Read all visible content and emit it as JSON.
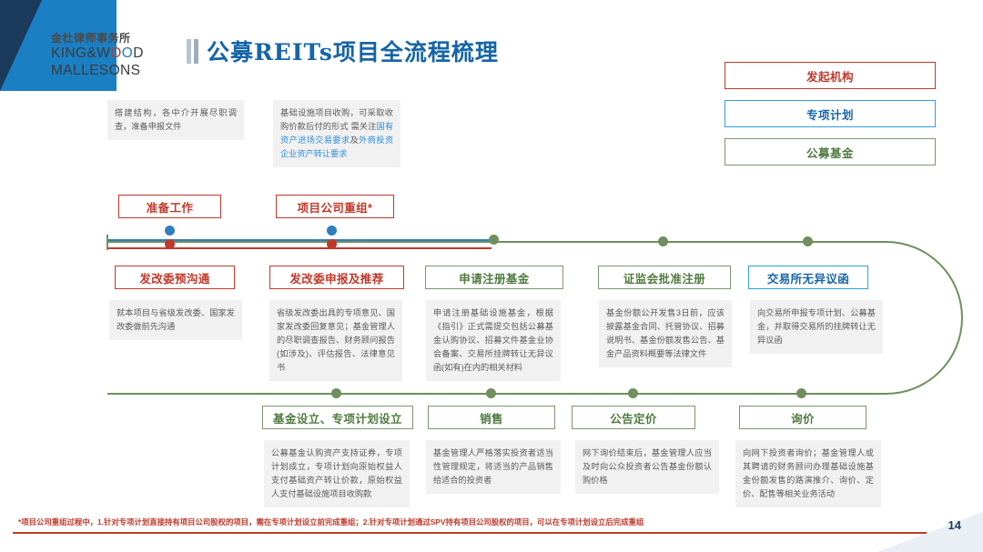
{
  "brand": {
    "cn_name": "金杜律师事务所",
    "en_line1_a": "KING&W",
    "en_line1_o1": "O",
    "en_line1_o2": "O",
    "en_line1_b": "D",
    "en_line2": "MALLESONS"
  },
  "header": {
    "title": "公募REITs项目全流程梳理"
  },
  "legend": {
    "items": [
      {
        "label": "发起机构",
        "color": "#c0392b"
      },
      {
        "label": "专项计划",
        "color": "#2f9fe0"
      },
      {
        "label": "公募基金",
        "color": "#7d9471"
      }
    ]
  },
  "top_notes": [
    {
      "text": "搭建结构，各中介开展尽职调查，准备申报文件"
    }
  ],
  "top_note_2": {
    "plain1": "基础设施项目收购，可采取收购价款后付的形式",
    "plain2": "需关注",
    "hl1": "国有资产进场交易要求",
    "plain3": "及",
    "hl2": "外商投资企业资产转让要求"
  },
  "milestones_above": [
    {
      "label": "准备工作",
      "style": "red"
    },
    {
      "label": "项目公司重组*",
      "style": "red"
    }
  ],
  "milestones_middle": [
    {
      "label": "发改委预沟通",
      "style": "red",
      "note": "就本项目与省级发改委、国家发改委做前先沟通"
    },
    {
      "label": "发改委申报及推荐",
      "style": "red",
      "note": "省级发改委出具的专项意见、国家发改委回复意见；基金管理人的尽职调查报告、财务顾问报告(如涉及)、评估报告、法律意见书"
    },
    {
      "label": "申请注册基金",
      "style": "green",
      "note": "申请注册基础设施基金，根据《指引》正式需提交包括公募基金认购协议、招募文件基金业协会备案、交易所挂牌转让无异议函(如有)在内的相关材料"
    },
    {
      "label": "证监会批准注册",
      "style": "green",
      "note": "基金份额公开发售3日前，应该披露基金合同、托管协议、招募说明书、基金份额发售公告、基金产品资料概要等法律文件"
    },
    {
      "label": "交易所无异议函",
      "style": "blue",
      "note": "向交易所申报专项计划、公募基金，并取得交易所的挂牌转让无异议函"
    }
  ],
  "milestones_bottom": [
    {
      "label": "基金设立、专项计划设立",
      "style": "green",
      "note": "公募基金认购资产支持证券，专项计划成立，专项计划向原始权益人支付基础资产转让价款，原始权益人支付基础设施项目收购款"
    },
    {
      "label": "销售",
      "style": "green",
      "note": "基金管理人严格落实投资者适当性管理规定，将适当的产品销售给适合的投资者"
    },
    {
      "label": "公告定价",
      "style": "green",
      "note": "网下询价结束后，基金管理人应当及时向公众投资者公告基金份额认购价格"
    },
    {
      "label": "询价",
      "style": "green",
      "note": "向网下投资者询价；基金管理人或其聘请的财务顾问办理基础设施基金份额发售的路演推介、询价、定价、配售等相关业务活动"
    }
  ],
  "footer": {
    "footnote": "*项目公司重组过程中，1.针对专项计划直接持有项目公司股权的项目，需在专项计划设立前完成重组；2.针对专项计划通过SPV持有项目公司股权的项目，可以在专项计划设立后完成重组",
    "page_number": "14"
  }
}
